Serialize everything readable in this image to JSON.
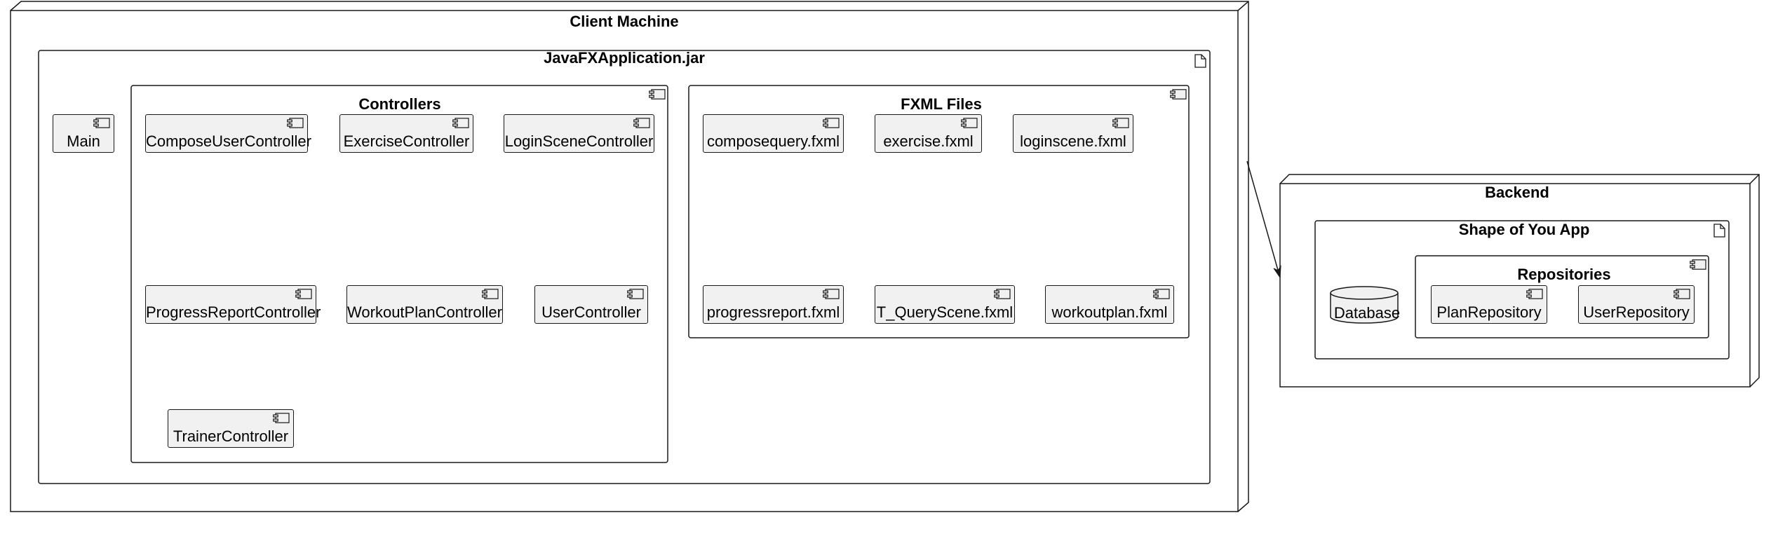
{
  "diagram": {
    "client_machine": {
      "title": "Client Machine",
      "jar": {
        "title": "JavaFXApplication.jar",
        "main": "Main",
        "controllers": {
          "title": "Controllers",
          "items": [
            "ComposeUserController",
            "ExerciseController",
            "LoginSceneController",
            "ProgressReportController",
            "WorkoutPlanController",
            "UserController",
            "TrainerController"
          ]
        },
        "fxml_files": {
          "title": "FXML Files",
          "items": [
            "composequery.fxml",
            "exercise.fxml",
            "loginscene.fxml",
            "progressreport.fxml",
            "T_QueryScene.fxml",
            "workoutplan.fxml"
          ]
        }
      }
    },
    "backend": {
      "title": "Backend",
      "app": {
        "title": "Shape of You App",
        "database": "Database",
        "repositories": {
          "title": "Repositories",
          "items": [
            "PlanRepository",
            "UserRepository"
          ]
        }
      }
    }
  },
  "colors": {
    "stroke": "#181818",
    "component_fill": "#f1f1f1",
    "background": "#ffffff"
  }
}
